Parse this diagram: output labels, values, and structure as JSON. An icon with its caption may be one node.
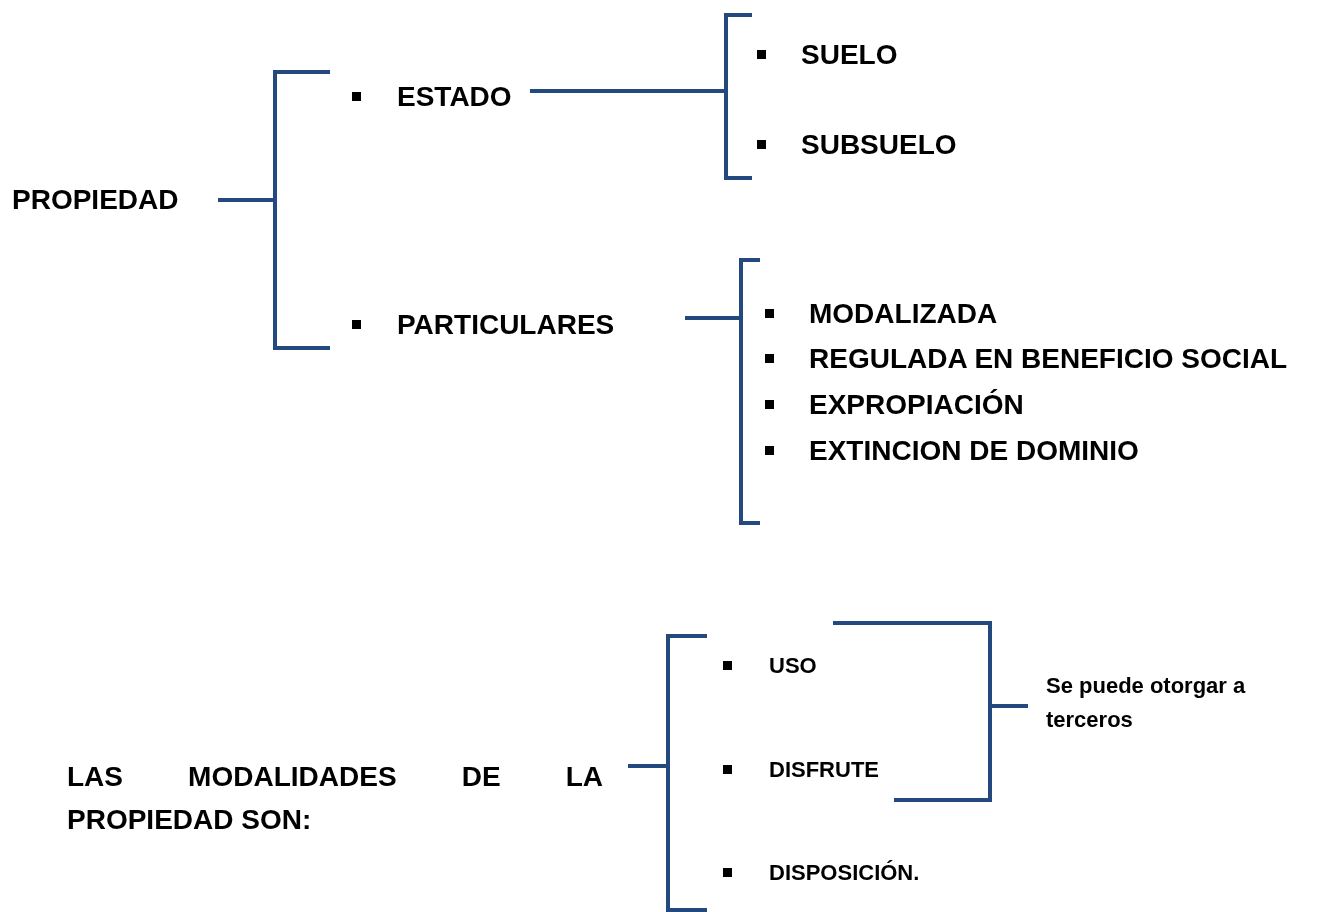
{
  "diagram": {
    "nodes": [
      {
        "text": [
          "PROPIEDAD"
        ]
      },
      {
        "text": [
          "ESTADO"
        ]
      },
      {
        "text": [
          "PARTICULARES"
        ]
      },
      {
        "text": [
          "SUELO"
        ]
      },
      {
        "text": [
          "SUBSUELO"
        ]
      },
      {
        "text": [
          "MODALIZADA"
        ]
      },
      {
        "text": [
          "REGULADA EN BENEFICIO SOCIAL"
        ]
      },
      {
        "text": [
          "EXPROPIACIÓN"
        ]
      },
      {
        "text": [
          "EXTINCION DE DOMINIO"
        ]
      },
      {
        "text": [
          "LAS MODALIDADES DE LA PROPIEDAD SON:"
        ]
      },
      {
        "text": [
          "USO"
        ]
      },
      {
        "text": [
          "DISFRUTE"
        ]
      },
      {
        "text": [
          "DISPOSICIÓN."
        ]
      },
      {
        "text": [
          "Se puede otorgar a terceros"
        ]
      }
    ],
    "edges": [
      {
        "from": 0,
        "to": 1,
        "arrow": "none"
      },
      {
        "from": 0,
        "to": 2,
        "arrow": "none"
      },
      {
        "from": 1,
        "to": 3,
        "arrow": "none"
      },
      {
        "from": 1,
        "to": 4,
        "arrow": "none"
      },
      {
        "from": 2,
        "to": 5,
        "arrow": "none"
      },
      {
        "from": 2,
        "to": 6,
        "arrow": "none"
      },
      {
        "from": 2,
        "to": 7,
        "arrow": "none"
      },
      {
        "from": 2,
        "to": 8,
        "arrow": "none"
      },
      {
        "from": 9,
        "to": 10,
        "arrow": "none"
      },
      {
        "from": 9,
        "to": 11,
        "arrow": "none"
      },
      {
        "from": 9,
        "to": 12,
        "arrow": "none"
      },
      {
        "from": 10,
        "to": 13,
        "arrow": "none"
      },
      {
        "from": 11,
        "to": 13,
        "arrow": "none"
      }
    ]
  }
}
